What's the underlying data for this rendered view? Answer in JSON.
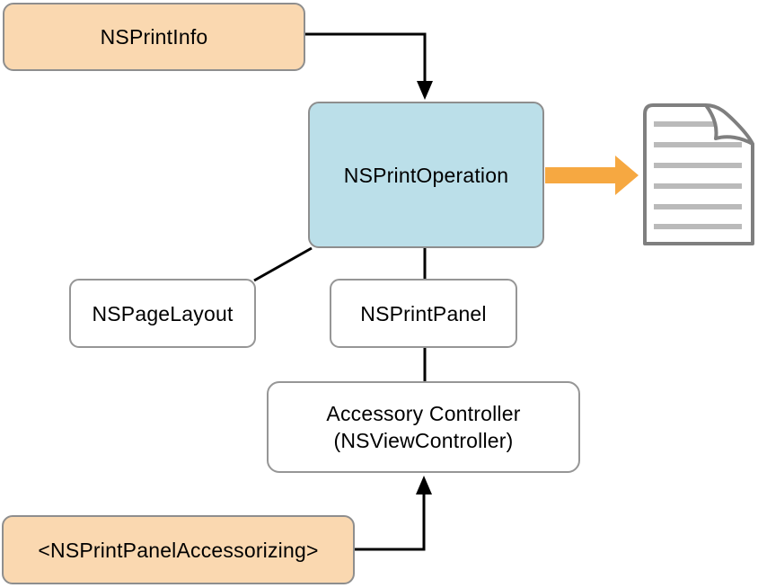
{
  "nodes": {
    "print_info": {
      "label": "NSPrintInfo"
    },
    "print_operation": {
      "label": "NSPrintOperation"
    },
    "page_layout": {
      "label": "NSPageLayout"
    },
    "print_panel": {
      "label": "NSPrintPanel"
    },
    "accessory_controller": {
      "line1": "Accessory Controller",
      "line2": "(NSViewController)"
    },
    "print_panel_accessorizing": {
      "label": "<NSPrintPanelAccessorizing>"
    }
  },
  "icons": {
    "document": "printed-document-with-folded-corner"
  },
  "colors": {
    "class_box_fill": "#FAD8B0",
    "highlight_box_fill": "#BBDFE9",
    "box_border": "#8E8E8E",
    "connector": "#000000",
    "output_arrow": "#F6A841",
    "document_outline": "#7F7F7F",
    "document_text_line": "#BABABA",
    "background": "#FFFFFF"
  }
}
